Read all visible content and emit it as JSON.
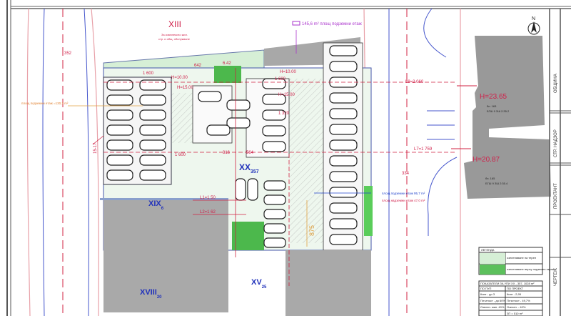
{
  "plots": {
    "xiii": {
      "label": "XIII",
      "note1": "За комплексно жил.",
      "note2": "стр. и общ. обслужване"
    },
    "xx": {
      "label": "XX",
      "sub": "357"
    },
    "xix": {
      "label": "XIX",
      "sub": "6"
    },
    "xviii": {
      "label": "XVIII",
      "sub": "20"
    },
    "xv": {
      "label": "XV",
      "sub": "25"
    }
  },
  "buildings": [
    {
      "height": "H=23.65",
      "note1": "бл. 163",
      "note2": "БГШ 9 ЗШ 2:35.2"
    },
    {
      "height": "H=20.87",
      "note1": "бл. 165",
      "note2": "БГШ 9 ЗШ 2:35.4"
    }
  ],
  "annotations": {
    "underground_top": "145,6 m² площ подземни етаж",
    "underground_left": "площ подземни етаж =130,1 m²",
    "underground_right": "площ подземни етаж 95,7 m²",
    "underground_right2": "площ надземни етаж 47,0 m²",
    "l8": "L8=2 060",
    "l7": "L7=1 759",
    "l1": "L1=1 50",
    "l2": "L2=1 62",
    "dim_875": "875",
    "h15": "H=15.00",
    "h10": "H=10.00",
    "d1600": "1 600",
    "d642": "642",
    "d642b": "6.42",
    "d320": "1 320",
    "d564": "564",
    "d316": "316",
    "elev_352": "352",
    "elev_334": "334",
    "elev_1": "15-17",
    "north": "N"
  },
  "legend": {
    "title": "ЛЕГЕНДА",
    "rows": [
      "озеленяване на терен",
      "озеленяване върху подземен гараж"
    ]
  },
  "indicators": {
    "title": "ПОКАЗАТЕЛИ ЗА УПИ XX - 357, 1028 m²",
    "headers": [
      "ПО ПУП",
      "ПО ПРОЕКТ"
    ],
    "rows": [
      [
        "Кинт - до 3",
        "Кинт - 2,95"
      ],
      [
        "Плътност - до 60%",
        "Плътност - 49,7%"
      ],
      [
        "Озелен. мин. 40%",
        "Озелен. - 40%"
      ],
      [
        "",
        "ЗП = 510 m²"
      ]
    ]
  },
  "title_block": [
    "ОБЩИНА",
    "СТР. НАДЗОР",
    "ПРОЕКТАНТ",
    "ЧЕРТЕЖ"
  ]
}
